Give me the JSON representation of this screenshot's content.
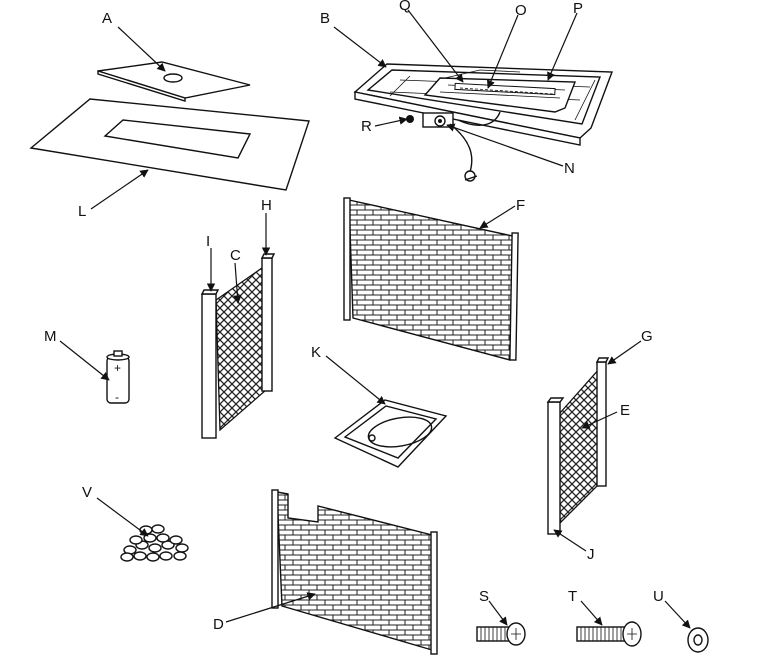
{
  "labels": {
    "A": "A",
    "B": "B",
    "C": "C",
    "D": "D",
    "E": "E",
    "F": "F",
    "G": "G",
    "H": "H",
    "I": "I",
    "J": "J",
    "K": "K",
    "L": "L",
    "M": "M",
    "N": "N",
    "O": "O",
    "P": "P",
    "Q": "Q",
    "R": "R",
    "S": "S",
    "T": "T",
    "U": "U",
    "V": "V"
  },
  "battery": {
    "plus": "+",
    "minus": "-"
  }
}
